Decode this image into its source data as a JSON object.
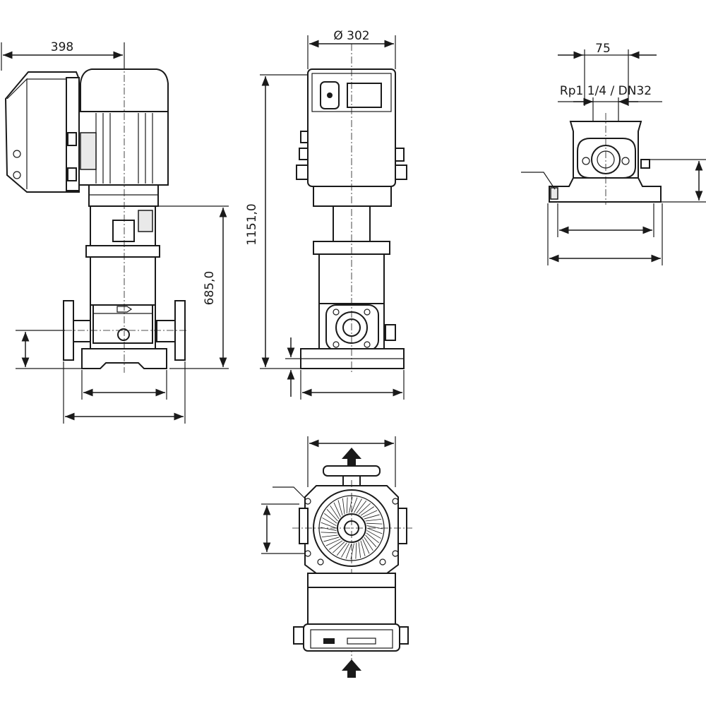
{
  "labels": {
    "motor_width": "398",
    "diameter": "Ø 302",
    "overall_height": "1151,0",
    "pump_height": "685,0",
    "flange_distance": "75",
    "pipe_connection": "Rp1 1/4 / DN32"
  },
  "icons": [
    "arrow-up-icon",
    "fan-icon",
    "control-panel-icon"
  ]
}
